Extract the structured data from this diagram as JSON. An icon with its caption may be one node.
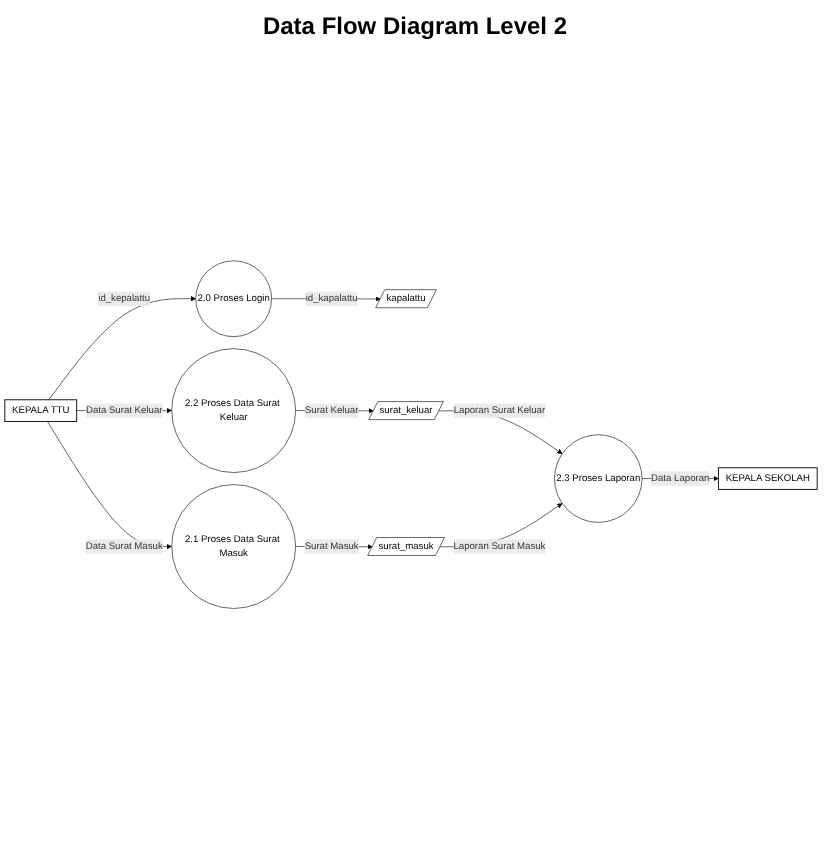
{
  "diagram": {
    "title": "Data Flow Diagram Level 2",
    "nodes": [
      {
        "text": [
          "KEPALA TTU"
        ]
      },
      {
        "text": [
          "2.0 Proses Login"
        ]
      },
      {
        "text": [
          "kapalattu"
        ]
      },
      {
        "text": [
          "2.1 Proses Data Surat Masuk"
        ]
      },
      {
        "text": [
          "surat_masuk"
        ]
      },
      {
        "text": [
          "2.2 Proses Data Surat Keluar"
        ]
      },
      {
        "text": [
          "surat_keluar"
        ]
      },
      {
        "text": [
          "KEPALA SEKOLAH"
        ]
      },
      {
        "text": [
          "2.3 Proses Laporan"
        ]
      }
    ],
    "edges": [
      {
        "from": 0,
        "to": 1,
        "arrow": "to",
        "label": "id_kepalattu"
      },
      {
        "from": 1,
        "to": 2,
        "arrow": "to",
        "label": "id_kapalattu"
      },
      {
        "from": 0,
        "to": 3,
        "arrow": "to",
        "label": "Data Surat Masuk"
      },
      {
        "from": 3,
        "to": 4,
        "arrow": "to",
        "label": "Surat Masuk"
      },
      {
        "from": 0,
        "to": 5,
        "arrow": "to",
        "label": "Data Surat Keluar"
      },
      {
        "from": 5,
        "to": 6,
        "arrow": "to",
        "label": "Surat Keluar"
      },
      {
        "from": 6,
        "to": 8,
        "arrow": "to",
        "label": "Laporan Surat Keluar"
      },
      {
        "from": 4,
        "to": 8,
        "arrow": "to",
        "label": "Laporan Surat Masuk"
      },
      {
        "from": 8,
        "to": 7,
        "arrow": "to",
        "label": "Data Laporan"
      }
    ]
  }
}
